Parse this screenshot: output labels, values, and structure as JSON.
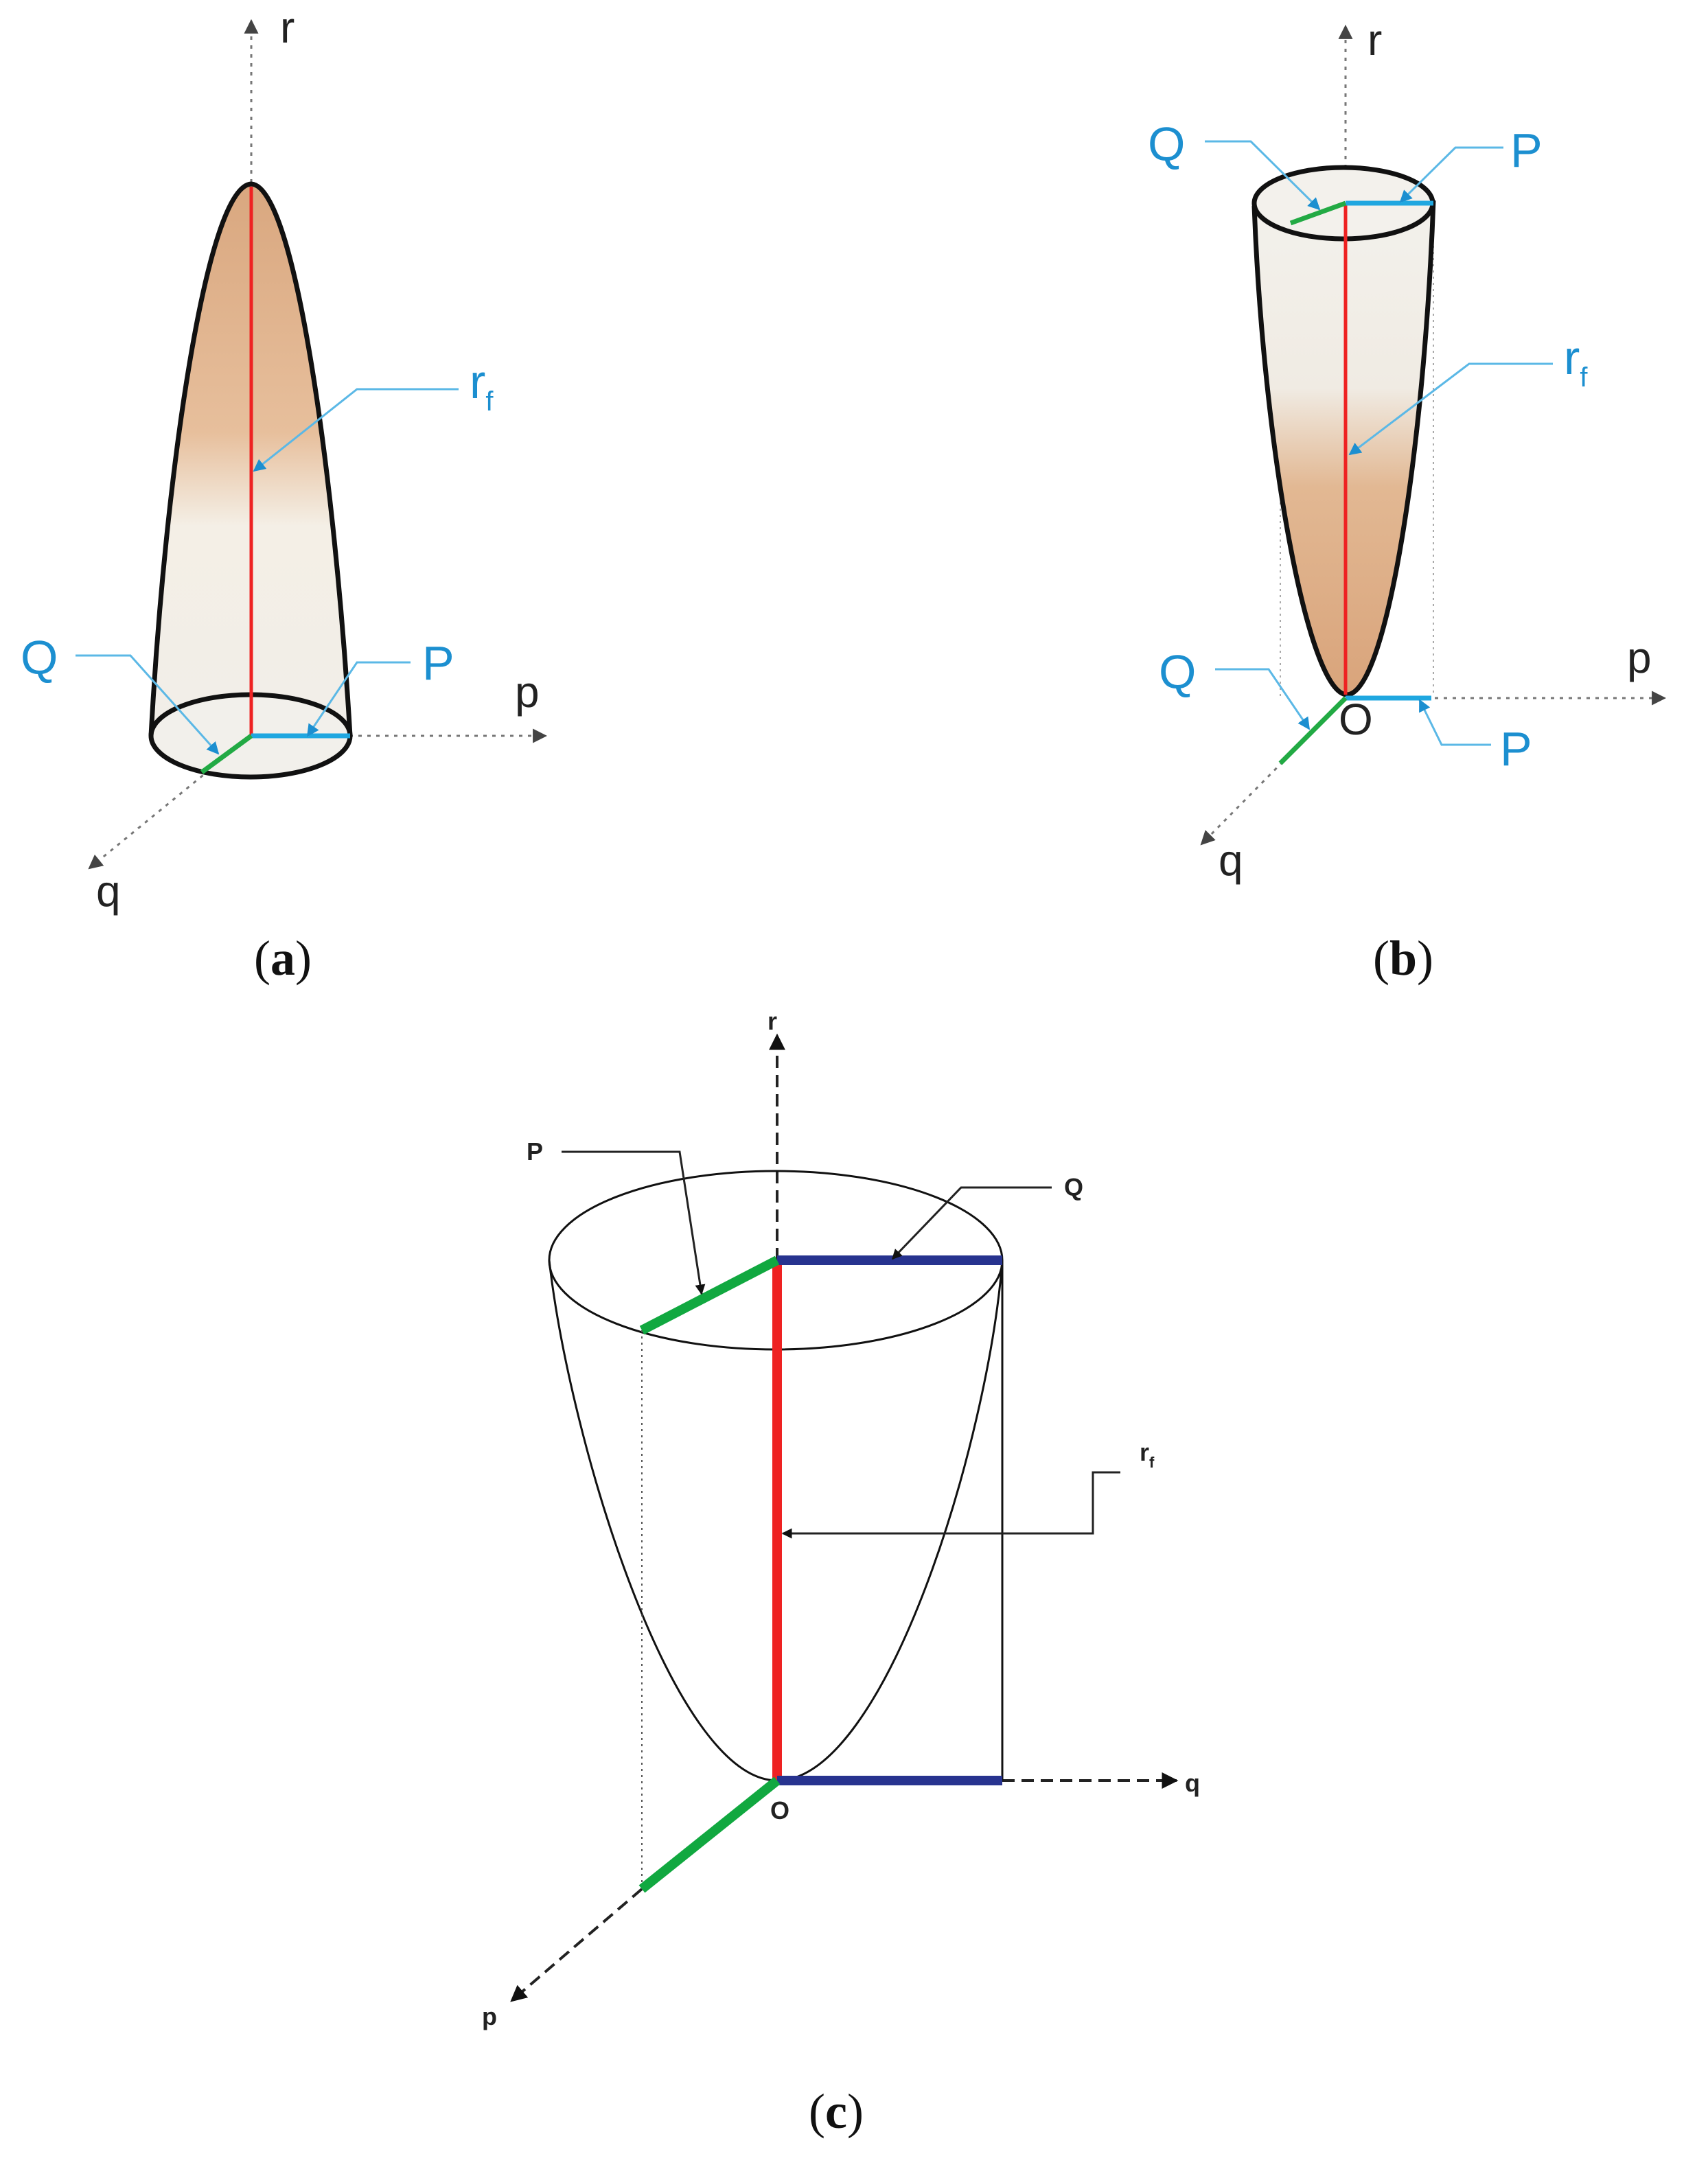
{
  "panels": {
    "a": {
      "caption_open": "(",
      "caption_letter": "a",
      "caption_close": ")",
      "axis_r": "r",
      "axis_p": "p",
      "axis_q": "q",
      "label_Q": "Q",
      "label_P": "P",
      "label_rf_main": "r",
      "label_rf_sub": "f"
    },
    "b": {
      "caption_open": "(",
      "caption_letter": "b",
      "caption_close": ")",
      "axis_r": "r",
      "axis_p": "p",
      "axis_q": "q",
      "label_Q_top": "Q",
      "label_P_top": "P",
      "label_rf_main": "r",
      "label_rf_sub": "f",
      "label_Q_bottom": "Q",
      "label_P_bottom": "P",
      "origin": "O"
    },
    "c": {
      "caption_open": "(",
      "caption_letter": "c",
      "caption_close": ")",
      "axis_r": "r",
      "axis_q": "q",
      "axis_p": "p",
      "label_P": "P",
      "label_Q": "Q",
      "label_rf_main": "r",
      "label_rf_sub": "f",
      "origin": "O"
    }
  },
  "colors": {
    "radius_rf": "#ee2222",
    "semi_axis_P_ab": "#1fa7e0",
    "semi_axis_Q_ab": "#22aa44",
    "semi_axis_P_c": "#11a840",
    "semi_axis_Q_c": "#27338f",
    "label_blue": "#1c8fd0",
    "tooth_enamel": "#f2efe8",
    "tooth_root": "#d9a77f"
  }
}
